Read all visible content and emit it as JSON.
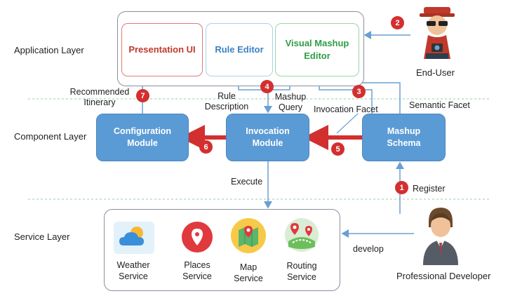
{
  "layers": {
    "application": "Application Layer",
    "component": "Component Layer",
    "service": "Service Layer"
  },
  "ui": {
    "presentation": "Presentation UI",
    "rule_editor": "Rule Editor",
    "visual_mashup_editor": "Visual Mashup Editor"
  },
  "components": {
    "configuration": "Configuration Module",
    "invocation": "Invocation Module",
    "mashup_schema": "Mashup Schema"
  },
  "labels": {
    "recommended_itinerary": "Recommended Itinerary",
    "rule_description": "Rule Description",
    "mashup_query": "Mashup Query",
    "invocation_facet": "Invocation Facet",
    "semantic_facet": "Semantic Facet",
    "execute": "Execute",
    "register": "Register",
    "develop": "develop",
    "end_user": "End-User",
    "professional_developer": "Professional Developer"
  },
  "services": {
    "weather": "Weather Service",
    "places": "Places Service",
    "map": "Map Service",
    "routing": "Routing Service"
  },
  "steps": [
    "1",
    "2",
    "3",
    "4",
    "5",
    "6",
    "7"
  ],
  "colors": {
    "presentation": "#c0392b",
    "rule_editor": "#3b82c4",
    "visual_mashup_editor": "#2e9e47",
    "component_fill": "#5b9bd5",
    "badge": "#d32f2f",
    "flow_arrow": "#d32f2f",
    "line": "#6a9fd4"
  }
}
